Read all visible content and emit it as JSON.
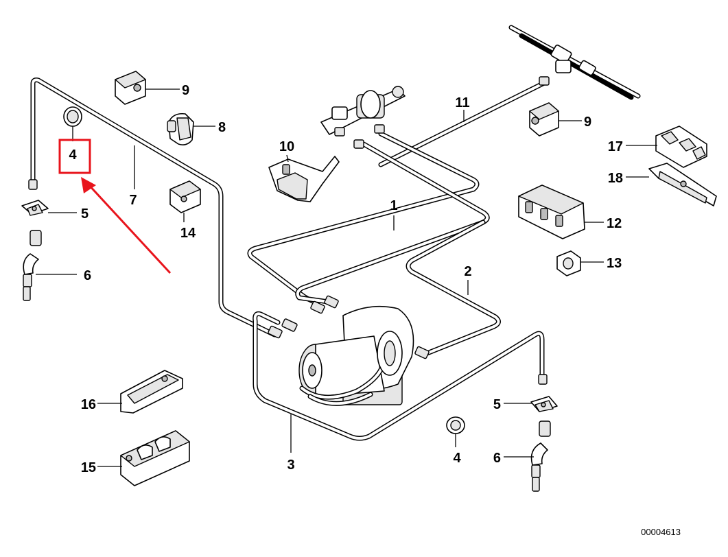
{
  "diagram": {
    "part_labels": {
      "p1": "1",
      "p2": "2",
      "p3": "3",
      "p4_left": "4",
      "p4_right": "4",
      "p5_left": "5",
      "p5_right": "5",
      "p6_left": "6",
      "p6_right": "6",
      "p7": "7",
      "p8": "8",
      "p9_top": "9",
      "p9_right": "9",
      "p10": "10",
      "p11": "11",
      "p12": "12",
      "p13": "13",
      "p14": "14",
      "p15": "15",
      "p16": "16",
      "p17": "17",
      "p18": "18"
    },
    "diagram_number": "00004613",
    "highlight": {
      "color": "#e8141c",
      "target_label": "4"
    }
  }
}
